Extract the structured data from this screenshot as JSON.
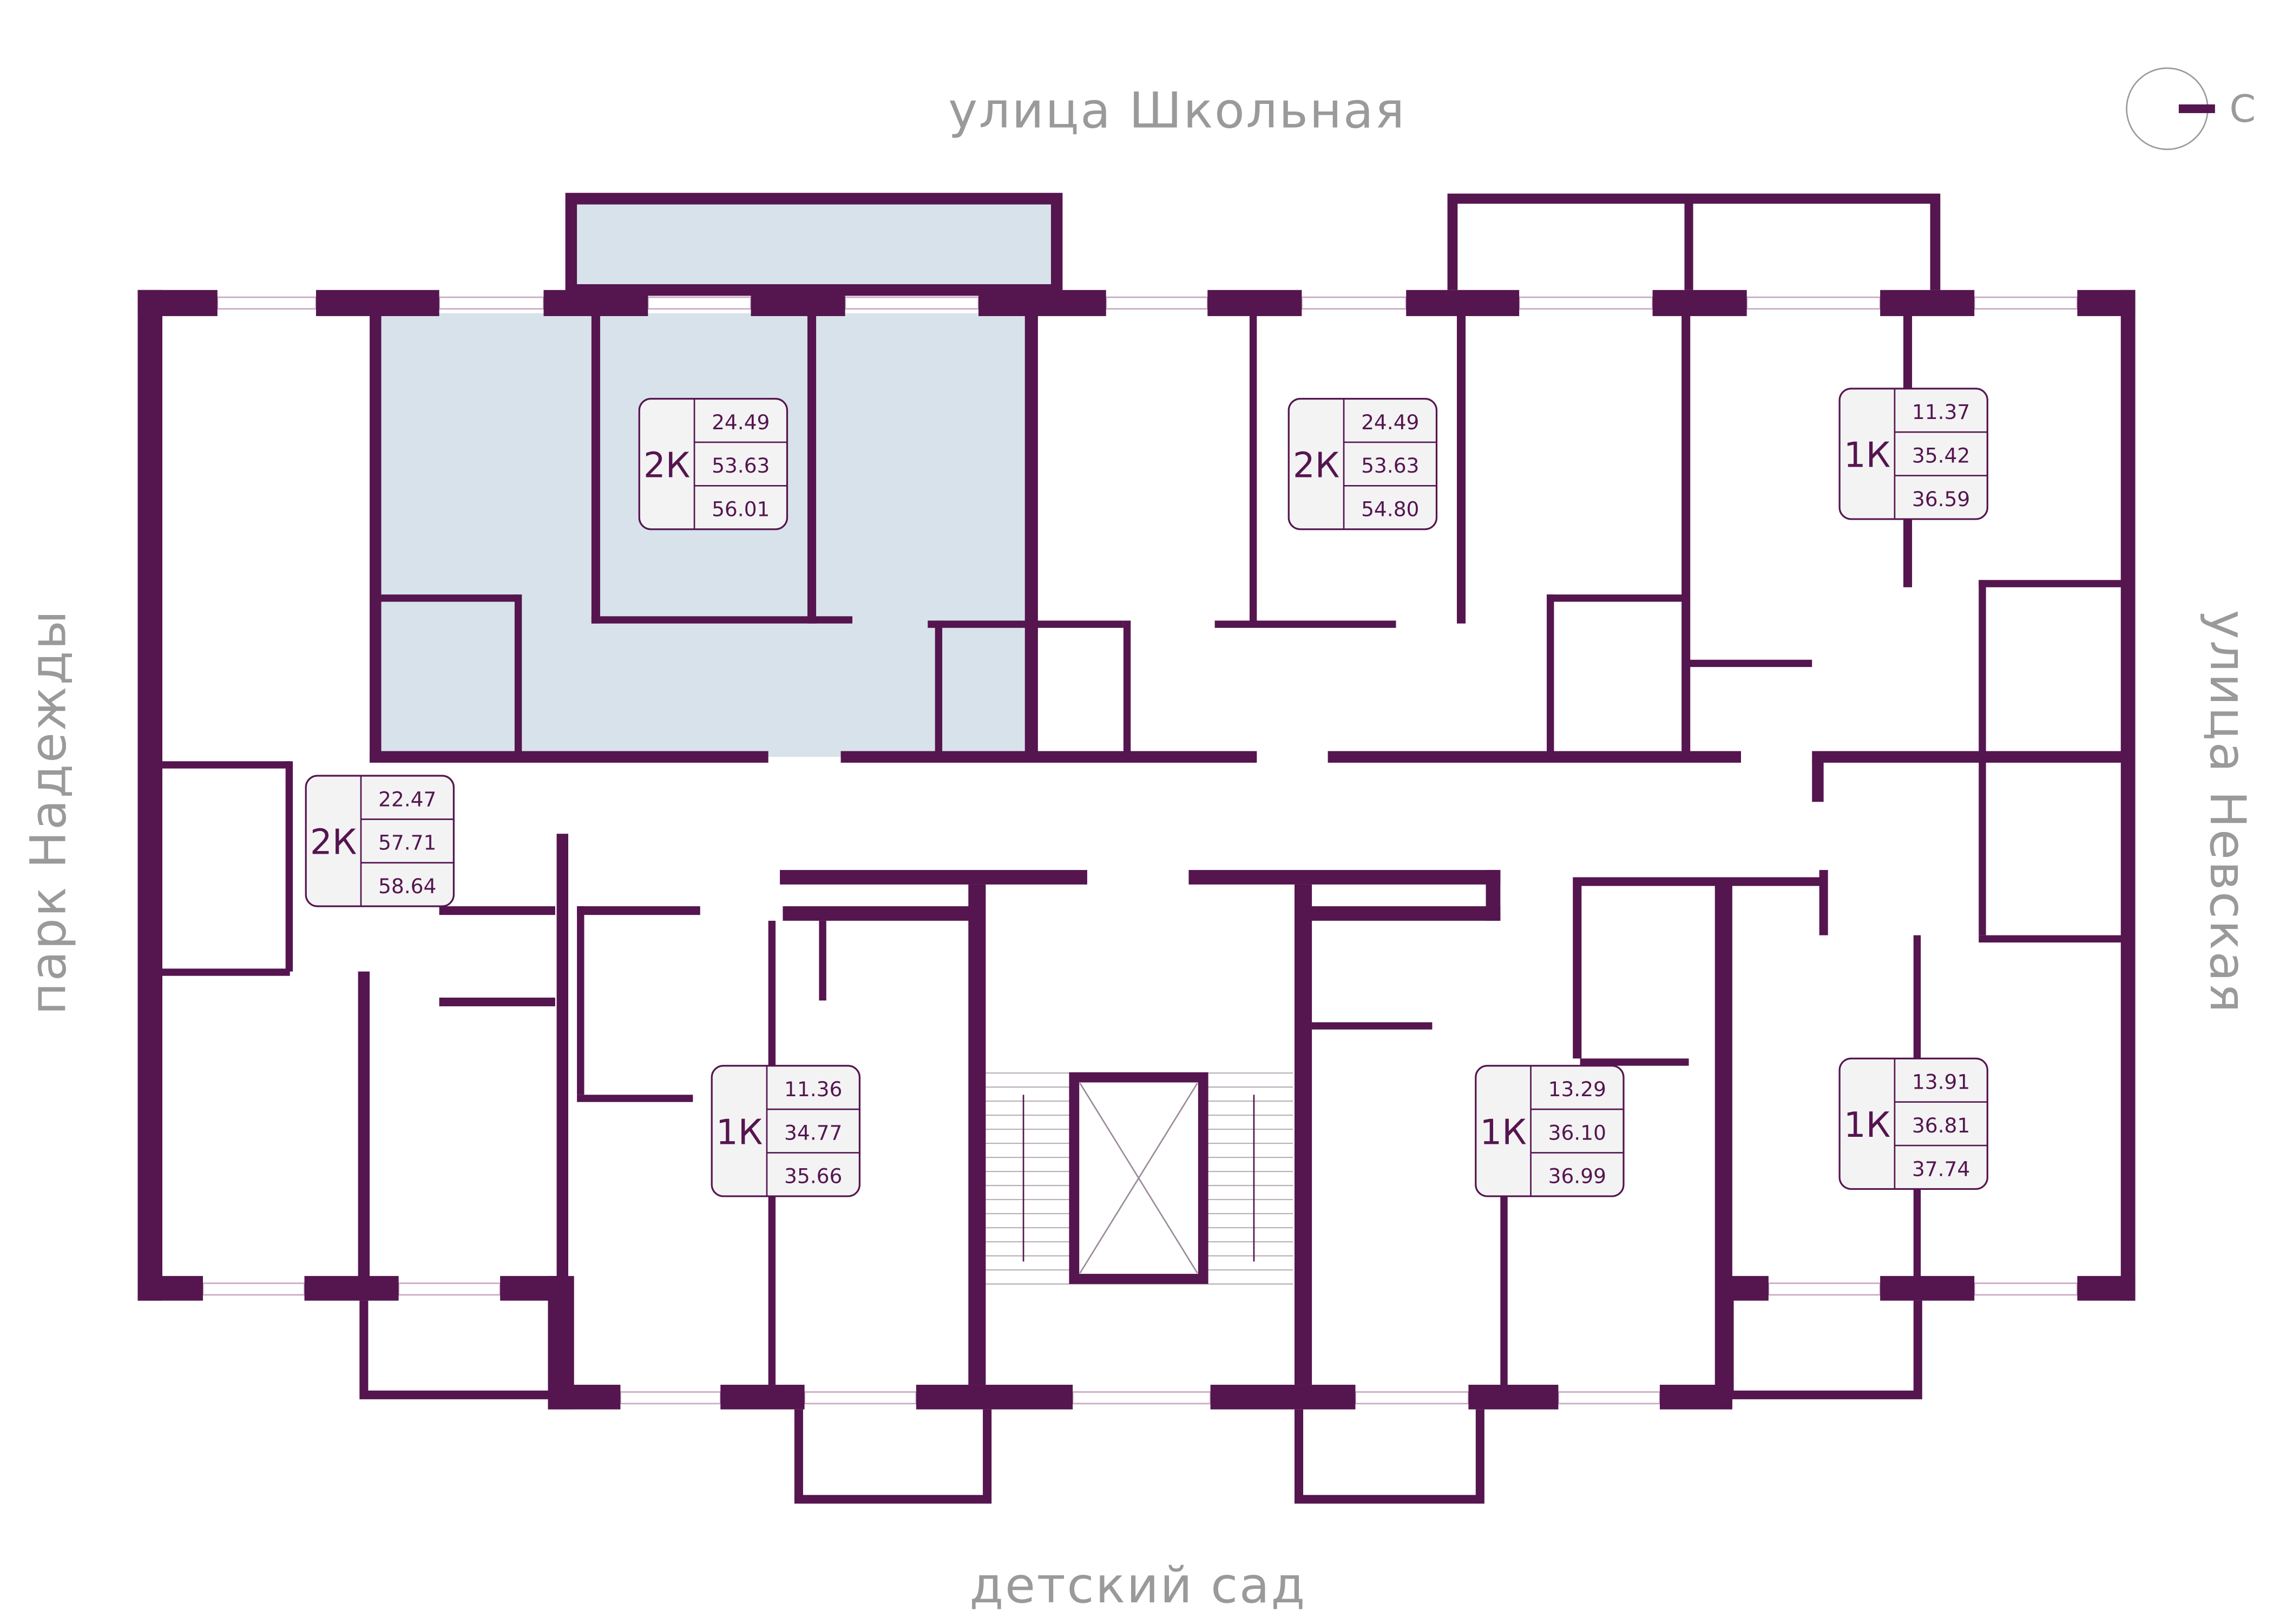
{
  "streets": {
    "top": "улица Школьная",
    "bottom": "детский сад",
    "left": "парк Надежды",
    "right": "улица Невская"
  },
  "compass": {
    "label": "С"
  },
  "colors": {
    "wall": "#55154f",
    "highlight": "#d8e2ea",
    "label_bg": "#f3f3f4",
    "street_text": "#9a9a9a"
  },
  "apartments": [
    {
      "type": "2К",
      "living": "24.49",
      "area": "53.63",
      "total": "56.01",
      "highlighted": true
    },
    {
      "type": "2К",
      "living": "24.49",
      "area": "53.63",
      "total": "54.80",
      "highlighted": false
    },
    {
      "type": "1К",
      "living": "11.37",
      "area": "35.42",
      "total": "36.59",
      "highlighted": false
    },
    {
      "type": "2К",
      "living": "22.47",
      "area": "57.71",
      "total": "58.64",
      "highlighted": false
    },
    {
      "type": "1К",
      "living": "11.36",
      "area": "34.77",
      "total": "35.66",
      "highlighted": false
    },
    {
      "type": "1К",
      "living": "13.29",
      "area": "36.10",
      "total": "36.99",
      "highlighted": false
    },
    {
      "type": "1К",
      "living": "13.91",
      "area": "36.81",
      "total": "37.74",
      "highlighted": false
    }
  ]
}
